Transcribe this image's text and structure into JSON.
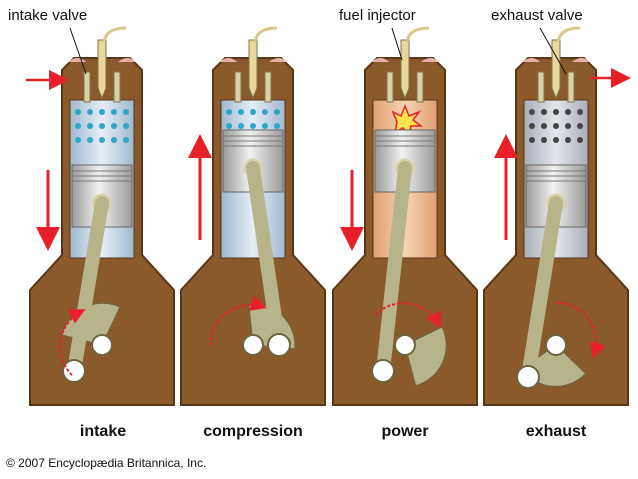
{
  "labels": {
    "intake_valve": "intake valve",
    "fuel_injector": "fuel injector",
    "exhaust_valve": "exhaust valve"
  },
  "strokes": [
    {
      "key": "intake",
      "label": "intake"
    },
    {
      "key": "compression",
      "label": "compression"
    },
    {
      "key": "power",
      "label": "power"
    },
    {
      "key": "exhaust",
      "label": "exhaust"
    }
  ],
  "copyright": "© 2007 Encyclopædia Britannica, Inc.",
  "colors": {
    "block": "#8b5a2b",
    "block_dark": "#5a3618",
    "crankcase": "#7a4a1e",
    "piston": "#cfcfcf",
    "rod": "#b8b48a",
    "cylinder_fill": "#bcd2e4",
    "arrow": "#e8202a",
    "fuel_dot": "#2ea6c8",
    "exhaust_dot": "#444444"
  }
}
